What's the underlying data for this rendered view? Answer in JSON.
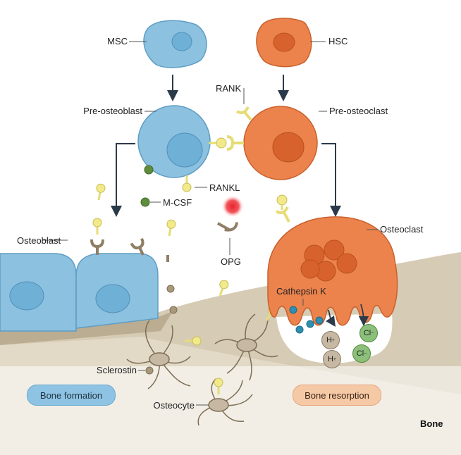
{
  "labels": {
    "msc": "MSC",
    "hsc": "HSC",
    "pre_osteoblast": "Pre-osteoblast",
    "rank": "RANK",
    "pre_osteoclast": "Pre-osteoclast",
    "rankl": "RANKL",
    "mcsf": "M-CSF",
    "osteoblast": "Osteoblast",
    "osteoclast": "Osteoclast",
    "opg": "OPG",
    "cathepsin_k": "Cathepsin K",
    "sclerostin": "Sclerostin",
    "osteocyte": "Osteocyte",
    "bone_formation": "Bone formation",
    "bone_resorption": "Bone resorption",
    "bone": "Bone"
  },
  "ions": {
    "h_symbol": "H",
    "h_charge": "+",
    "cl_symbol": "Cl",
    "cl_charge": "−"
  },
  "colors": {
    "blue_cell": "#8cc1df",
    "blue_cell_edge": "#5e9dc4",
    "orange_cell": "#ec834d",
    "orange_cell_edge": "#c9602c",
    "bone_matrix": "#d2c6ad",
    "bone_dark": "#a8987c",
    "receptor_yellow": "#f2ea8a",
    "receptor_brown": "#9a8a72",
    "mcsf_green": "#5e8e3c",
    "cathepsin_blue": "#2e8fb0",
    "signal_red": "#e8222a"
  }
}
